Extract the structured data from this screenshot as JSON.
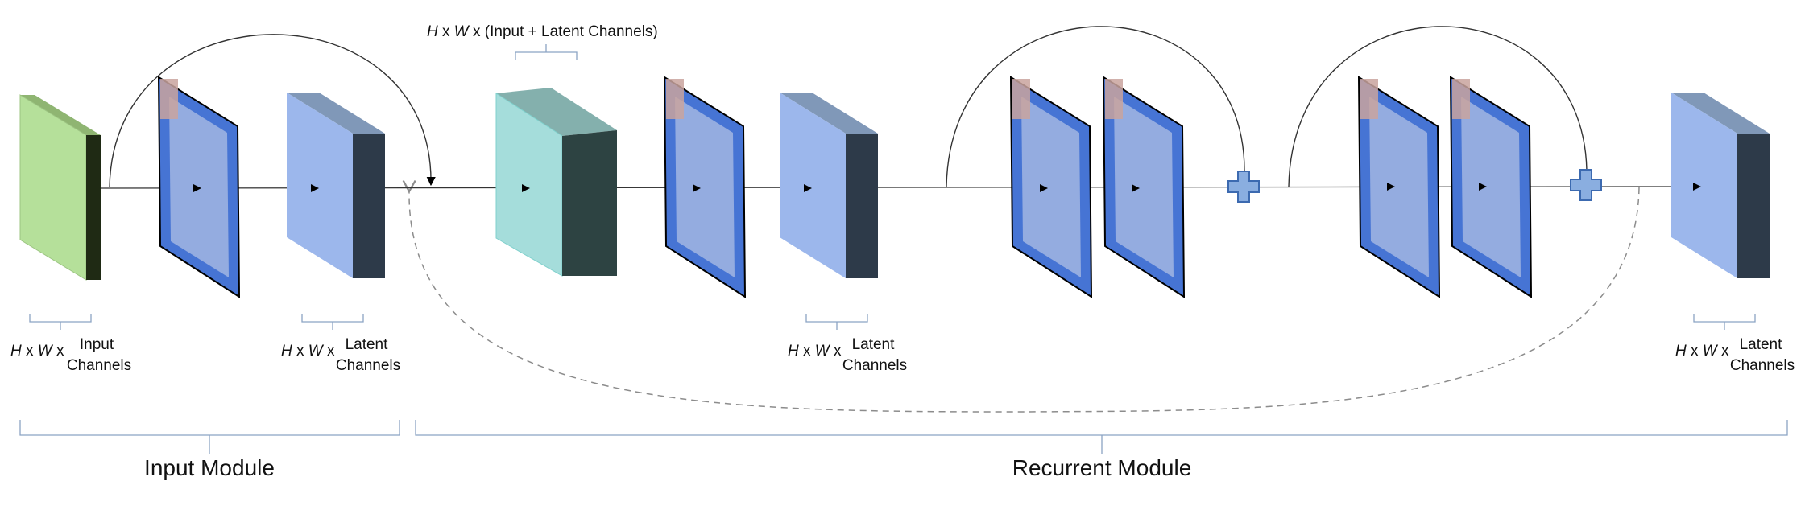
{
  "labels": {
    "input_dims": {
      "h": "H",
      "x1": " x ",
      "w": "W",
      "x2": " x ",
      "line1": "Input",
      "line2": "Channels"
    },
    "latent_dims_1": {
      "h": "H",
      "x1": " x ",
      "w": "W",
      "x2": " x ",
      "line1": "Latent",
      "line2": "Channels"
    },
    "latent_dims_2": {
      "h": "H",
      "x1": " x ",
      "w": "W",
      "x2": " x ",
      "line1": "Latent",
      "line2": "Channels"
    },
    "latent_dims_3": {
      "h": "H",
      "x1": " x ",
      "w": "W",
      "x2": " x ",
      "line1": "Latent",
      "line2": "Channels"
    },
    "concat_dims": {
      "h": "H",
      "x1": " x ",
      "w": "W",
      "x2": " x (Input + Latent Channels)"
    },
    "input_module": "Input Module",
    "recurrent_module": "Recurrent Module"
  },
  "colors": {
    "input_front": "#b5e09a",
    "input_side": "#1f2a14",
    "input_top": "#8fb572",
    "latent_front": "#9cb7ec",
    "latent_side": "#2d3a49",
    "latent_top": "#8098b8",
    "concat_front": "#a5dddb",
    "concat_side": "#2d4342",
    "concat_top": "#84b0ad",
    "filter_frame": "#4674d4",
    "filter_inner": "#94ace0",
    "kernel": "#c9a39e",
    "plus": "#8aaee0",
    "bracket": "#8ba3c4"
  },
  "icons": [
    "plus-icon",
    "arrow-icon"
  ]
}
